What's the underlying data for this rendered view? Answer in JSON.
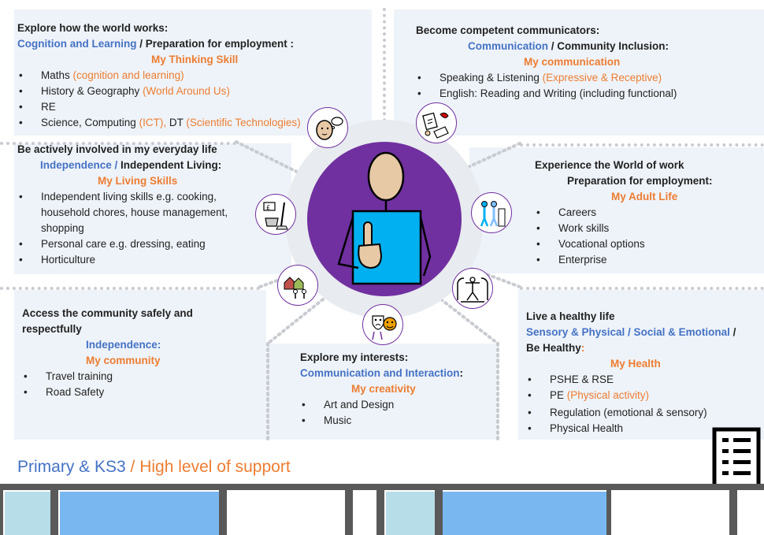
{
  "panels": {
    "cognition": {
      "heading": "Explore how the world works:",
      "subject_blue": "Cognition and Learning",
      "subject_rest": " / Preparation for employment :",
      "skill": "My Thinking Skill",
      "items": [
        {
          "text": "Maths ",
          "extra": "(cognition and learning)"
        },
        {
          "text": "History & Geography ",
          "extra": "(World Around Us)"
        },
        {
          "text": "RE",
          "extra": ""
        },
        {
          "text": "Science, Computing ",
          "extra": "(ICT),",
          "text2": " DT ",
          "extra2": "(Scientific Technologies)"
        }
      ]
    },
    "communication": {
      "heading": "Become competent communicators:",
      "subject_blue": "Communication",
      "subject_rest": " / Community Inclusion:",
      "skill": "My communication",
      "items": [
        {
          "text": "Speaking & Listening ",
          "extra": "(Expressive & Receptive)"
        },
        {
          "text": "English: Reading and Writing (including functional)",
          "extra": ""
        }
      ]
    },
    "independence": {
      "heading": "Be actively involved in my everyday life",
      "subject_blue": "Independence /",
      "subject_rest": " Independent Living:",
      "skill": "My Living Skills",
      "items": [
        "Independent living skills e.g. cooking, household chores, house management, shopping",
        "Personal care e.g. dressing, eating",
        "Horticulture"
      ]
    },
    "work": {
      "heading": "Experience the World of work",
      "subject": "Preparation for employment:",
      "skill": "My Adult Life",
      "items": [
        "Careers",
        "Work skills",
        "Vocational options",
        "Enterprise"
      ]
    },
    "community": {
      "heading": "Access the community safely and respectfully",
      "subject_blue": "Independence:",
      "skill": "My community",
      "items": [
        "Travel training",
        "Road Safety"
      ]
    },
    "interests": {
      "heading": "Explore my interests:",
      "subject_blue": "Communication and Interaction",
      "subject_rest": ":",
      "skill": "My creativity",
      "items": [
        "Art and Design",
        "Music"
      ]
    },
    "health": {
      "heading": "Live a healthy life",
      "subject_blue": "Sensory & Physical / Social & Emotional",
      "subject_rest": " /",
      "subject_line2": "Be Healthy",
      "subject_line2_colon": ":",
      "skill": "My Health",
      "items": [
        {
          "text": "PSHE & RSE",
          "extra": ""
        },
        {
          "text": "PE ",
          "extra": "(Physical activity)"
        },
        {
          "text": "Regulation (emotional & sensory)",
          "extra": ""
        },
        {
          "text": "Physical Health",
          "extra": ""
        }
      ]
    }
  },
  "footer": {
    "primary": "Primary & KS3",
    "separator": " / ",
    "support": "High level of support"
  },
  "icons": [
    "thinking-head-icon",
    "communication-icon",
    "household-icon",
    "work-people-icon",
    "community-houses-icon",
    "drama-masks-icon",
    "exercise-icon",
    "person-pointing-icon",
    "list-icon"
  ],
  "colors": {
    "blue": "#4472c4",
    "orange": "#ed7d31",
    "purple": "#7030a0",
    "cyan": "#00b0f0",
    "panel": "#eef3f9"
  }
}
